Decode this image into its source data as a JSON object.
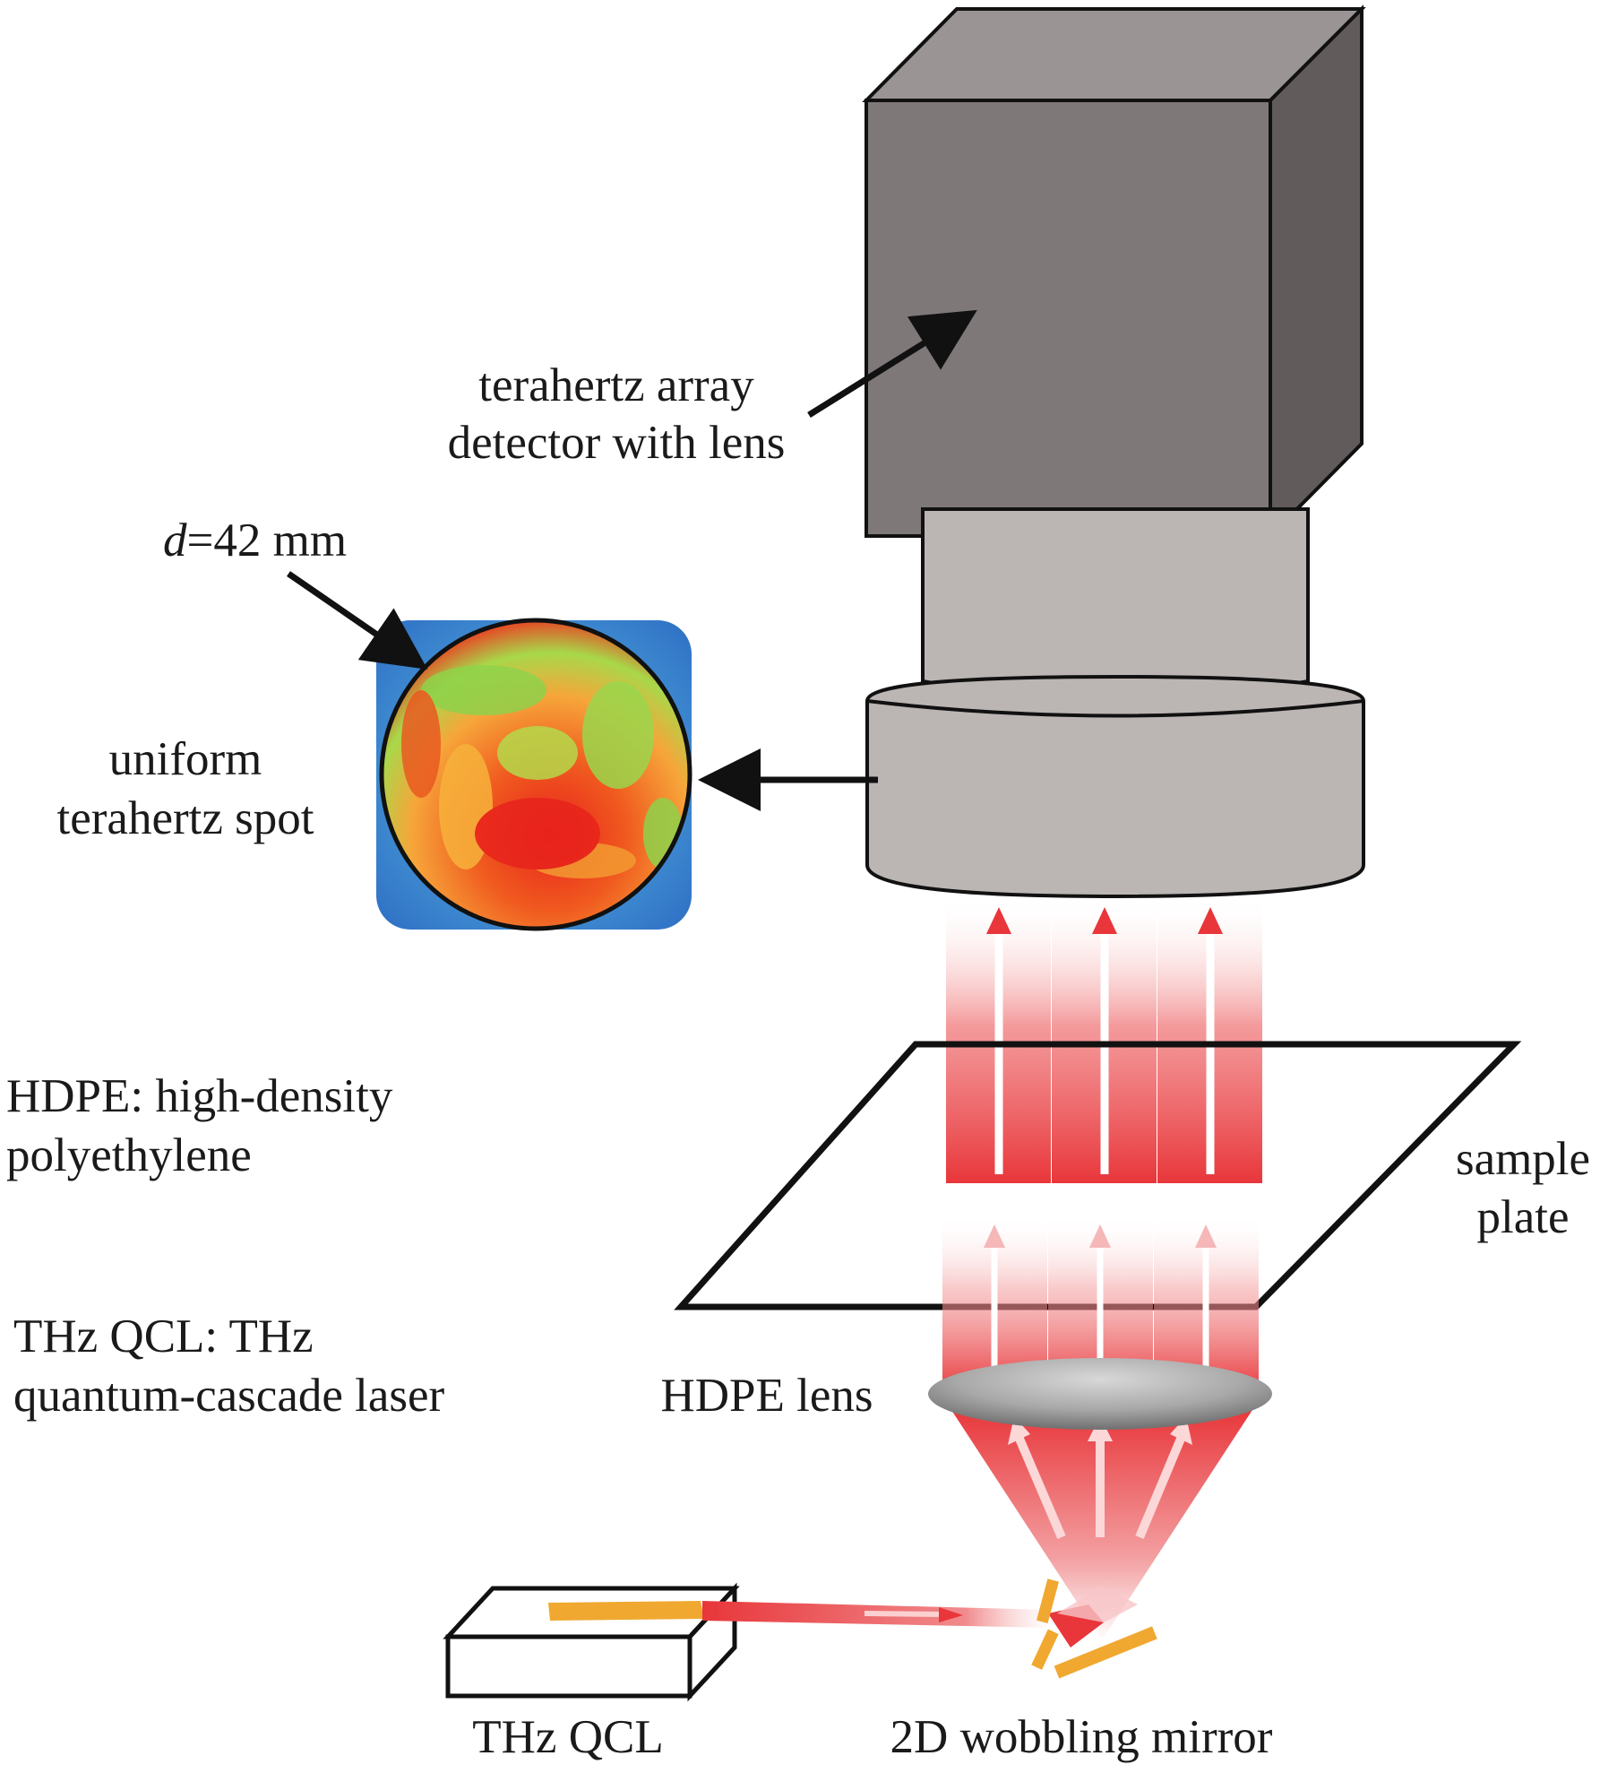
{
  "labels": {
    "detector_line1": "terahertz array",
    "detector_line2": "detector with lens",
    "spot_diameter_var": "d",
    "spot_diameter_value": "=42 mm",
    "spot_line1": "uniform",
    "spot_line2": "terahertz spot",
    "hdpe_def_line1": "HDPE: high-density",
    "hdpe_def_line2": "polyethylene",
    "qcl_def_line1": "THz QCL: THz",
    "qcl_def_line2": "quantum-cascade laser",
    "sample_line1": "sample",
    "sample_line2": "plate",
    "hdpe_lens": "HDPE lens",
    "thz_qcl": "THz QCL",
    "wobbling_mirror": "2D wobbling mirror"
  },
  "colors": {
    "camera_front": "#7f7878",
    "camera_top": "#9a9494",
    "camera_side": "#615b5b",
    "lens_barrel": "#bbb5b3",
    "beam_red": "#e8363a",
    "mirror_orange": "#f0a830",
    "hdpe_lens_grey": "#9e9e9e"
  }
}
